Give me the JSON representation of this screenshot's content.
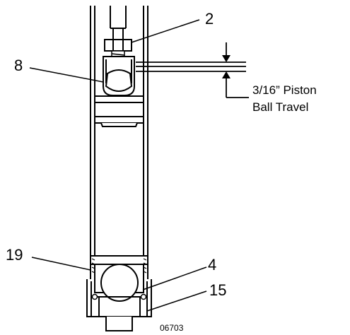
{
  "diagram": {
    "callouts": [
      {
        "id": "c2",
        "text": "2"
      },
      {
        "id": "c8",
        "text": "8"
      },
      {
        "id": "c19",
        "text": "19"
      },
      {
        "id": "c4",
        "text": "4"
      },
      {
        "id": "c15",
        "text": "15"
      }
    ],
    "dimension": {
      "line1": "3/16” Piston",
      "line2": "Ball Travel"
    },
    "figure_number": "06703"
  },
  "colors": {
    "ink": "#000000",
    "background": "#ffffff",
    "fill_light": "#ffffff"
  }
}
